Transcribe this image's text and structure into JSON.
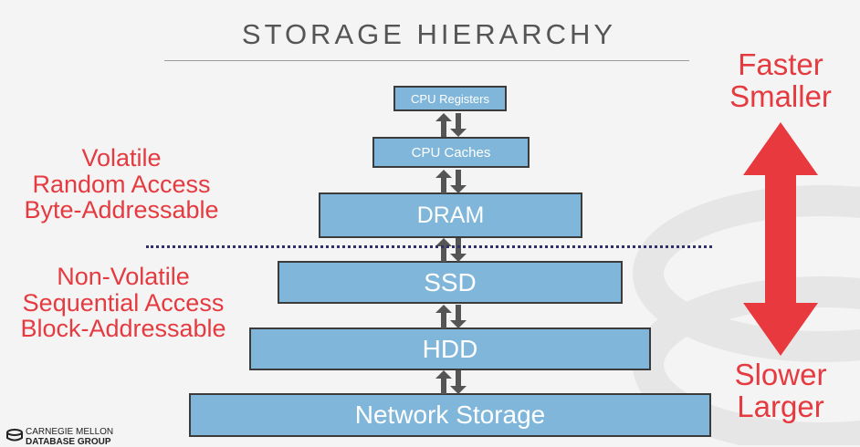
{
  "title": "STORAGE HIERARCHY",
  "tiers": [
    {
      "label": "CPU Registers"
    },
    {
      "label": "CPU Caches"
    },
    {
      "label": "DRAM"
    },
    {
      "label": "SSD"
    },
    {
      "label": "HDD"
    },
    {
      "label": "Network Storage"
    }
  ],
  "volatile": {
    "lines": [
      "Volatile",
      "Random Access",
      "Byte-Addressable"
    ]
  },
  "non_volatile": {
    "lines": [
      "Non-Volatile",
      "Sequential Access",
      "Block-Addressable"
    ]
  },
  "top_right": {
    "lines": [
      "Faster",
      "Smaller"
    ]
  },
  "bottom_right": {
    "lines": [
      "Slower",
      "Larger"
    ]
  },
  "logo": {
    "line1": "CARNEGIE MELLON",
    "line2": "DATABASE GROUP"
  },
  "colors": {
    "tier_fill": "#7fb6d9",
    "accent_red": "#e53a3f",
    "divider": "#2f2f6a"
  }
}
